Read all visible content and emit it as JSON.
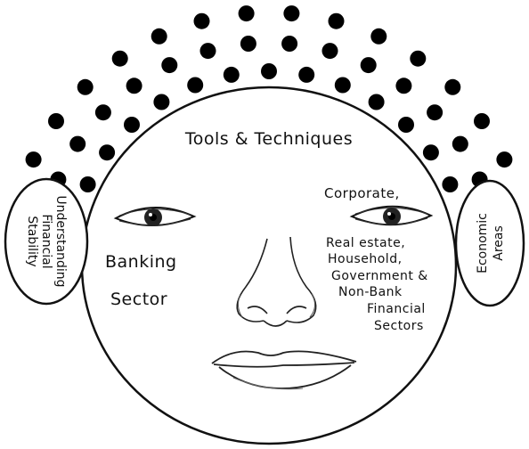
{
  "diagram": {
    "top_label": "Tools & Techniques",
    "left_ear_label": [
      "Understanding",
      "Financial",
      "Stability"
    ],
    "right_ear_label": [
      "Economic",
      "Areas"
    ],
    "left_cheek_label": [
      "Banking",
      "Sector"
    ],
    "right_cheek_label": [
      "Corporate,",
      "Real estate,",
      "Household,",
      "Government &",
      "Non-Bank",
      "Financial",
      "Sectors"
    ]
  },
  "colors": {
    "ink": "#111111",
    "background": "#ffffff"
  },
  "icons": [
    "hair-dots",
    "eye-icon",
    "nose-icon",
    "lips-icon"
  ]
}
